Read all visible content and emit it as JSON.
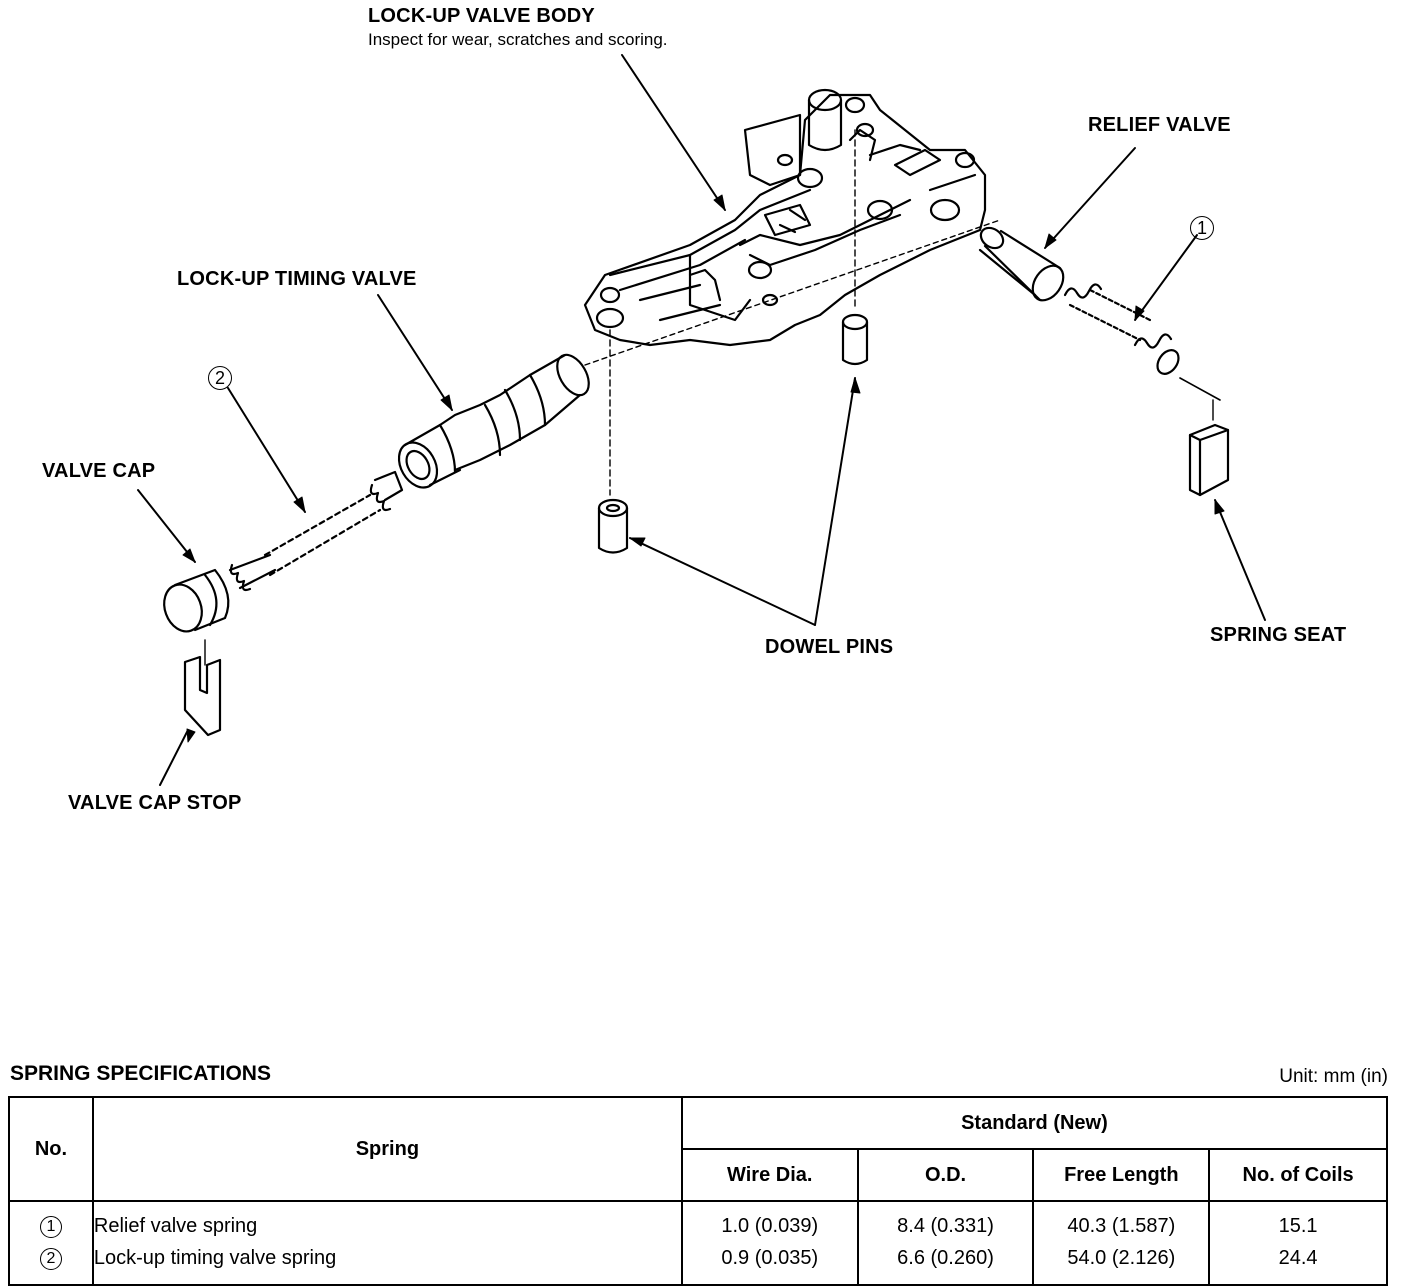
{
  "labels": {
    "lockup_valve_body": "LOCK-UP VALVE BODY",
    "lockup_valve_body_note": "Inspect for wear, scratches and scoring.",
    "relief_valve": "RELIEF VALVE",
    "lockup_timing_valve": "LOCK-UP TIMING VALVE",
    "valve_cap": "VALVE CAP",
    "valve_cap_stop": "VALVE CAP STOP",
    "dowel_pins": "DOWEL PINS",
    "spring_seat": "SPRING SEAT",
    "callout_1": "1",
    "callout_2": "2"
  },
  "spec": {
    "title": "SPRING SPECIFICATIONS",
    "unit": "Unit: mm (in)",
    "headers": {
      "no": "No.",
      "spring": "Spring",
      "standard": "Standard (New)",
      "wire_dia": "Wire Dia.",
      "od": "O.D.",
      "free_length": "Free Length",
      "coils": "No. of Coils"
    },
    "rows": [
      {
        "no": "1",
        "spring": "Relief valve spring",
        "wire_dia": "1.0 (0.039)",
        "od": "8.4 (0.331)",
        "free_length": "40.3 (1.587)",
        "coils": "15.1"
      },
      {
        "no": "2",
        "spring": "Lock-up timing valve spring",
        "wire_dia": "0.9 (0.035)",
        "od": "6.6 (0.260)",
        "free_length": "54.0 (2.126)",
        "coils": "24.4"
      }
    ]
  }
}
